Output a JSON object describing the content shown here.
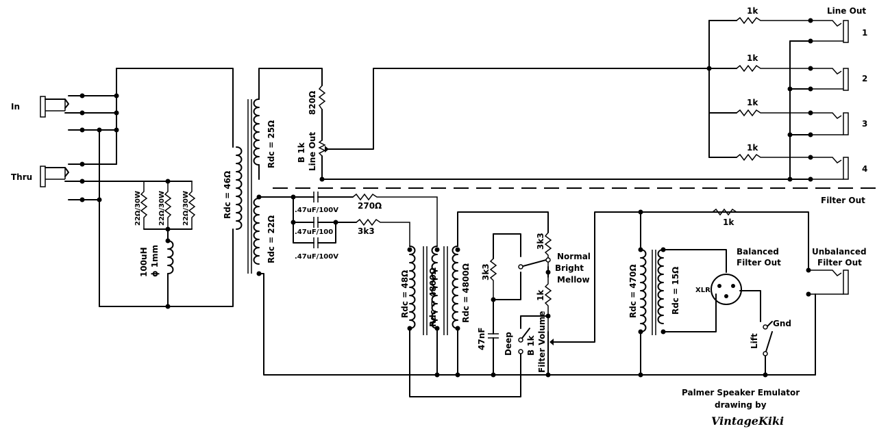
{
  "labels": {
    "in": "In",
    "thru": "Thru",
    "r_load1": "22Ω/30W",
    "r_load2": "22Ω/30W",
    "r_load3": "22Ω/30W",
    "inductor": "100uH",
    "inductor_wire": "ϕ 1mm",
    "t1_primary": "Rdc = 46Ω",
    "t1_sec_top": "Rdc = 25Ω",
    "t1_sec_bot": "Rdc = 22Ω",
    "r_820": "820Ω",
    "pot_line_out": "B 1k",
    "pot_line_out_name": "Line Out",
    "r_out1": "1k",
    "r_out2": "1k",
    "r_out3": "1k",
    "r_out4": "1k",
    "line_out": "Line Out",
    "jack1": "1",
    "jack2": "2",
    "jack3": "3",
    "jack4": "4",
    "filter_out": "Filter Out",
    "cap1": ".47uF/100V",
    "cap2": ".47uF/100",
    "cap3": ".47uF/100V",
    "r_270": "270Ω",
    "r_3k3": "3k3",
    "t2_primary": "Rdc = 48Ω",
    "t2_sec_a": "Rdc = 4800Ω",
    "t2_sec_b": "Rdc = 4800Ω",
    "r_3k3_b": "3k3",
    "r_3k3_c": "3k3",
    "cap_47n": "47nF",
    "deep": "Deep",
    "tone_normal": "Normal",
    "tone_bright": "Bright",
    "tone_mellow": "Mellow",
    "r_1k_tone": "1k",
    "pot_filter": "B 1k",
    "pot_filter_name": "Filter Volume",
    "r_1k_top": "1k",
    "t3_primary": "Rdc = 470Ω",
    "t3_secondary": "Rdc = 15Ω",
    "xlr": "XLR",
    "balanced_1": "Balanced",
    "balanced_2": "Filter Out",
    "unbalanced_1": "Unbalanced",
    "unbalanced_2": "Filter Out",
    "gnd": "Gnd",
    "lift": "Lift",
    "title": "Palmer Speaker Emulator",
    "drawing_by": "drawing by",
    "author": "VintageKiki"
  }
}
